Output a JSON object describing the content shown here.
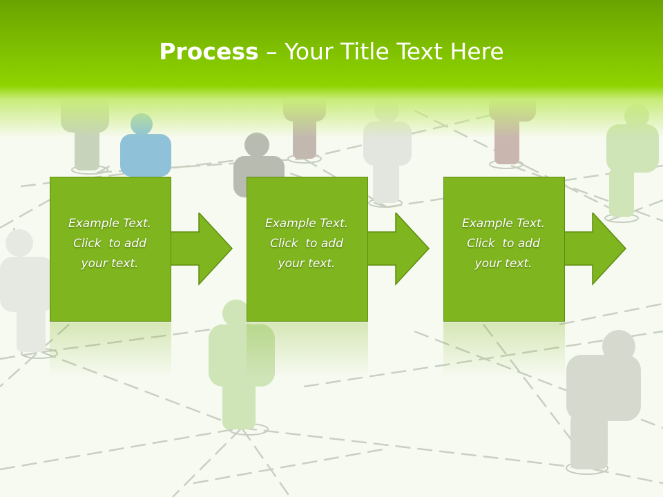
{
  "title": {
    "strong": "Process",
    "rest": " – Your Title Text Here"
  },
  "colors": {
    "header": "#7fbf00",
    "box": "#7fb51f",
    "box_border": "#5d8c0f",
    "text": "#ffffff"
  },
  "steps": [
    {
      "lines": [
        "Example Text.",
        "Click  to add",
        "your text."
      ]
    },
    {
      "lines": [
        "Example Text.",
        "Click  to add",
        "your text."
      ]
    },
    {
      "lines": [
        "Example Text.",
        "Click  to add",
        "your text."
      ]
    }
  ]
}
